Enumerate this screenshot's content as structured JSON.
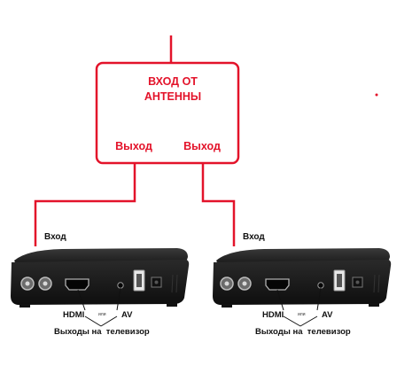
{
  "splitter": {
    "title_line1": "ВХОД ОТ",
    "title_line2": "АНТЕННЫ",
    "out_left": "Выход",
    "out_right": "Выход"
  },
  "receiver_left": {
    "input_label": "Вход",
    "hdmi_label": "HDMI",
    "or_label": "или",
    "av_label": "AV",
    "outputs_label": "Выходы на  телевизор"
  },
  "receiver_right": {
    "input_label": "Вход",
    "hdmi_label": "HDMI",
    "or_label": "или",
    "av_label": "AV",
    "outputs_label": "Выходы на  телевизор"
  },
  "colors": {
    "wire": "#e3132a",
    "device_body": "#1c1c1c",
    "device_top": "#2b2b2b"
  }
}
